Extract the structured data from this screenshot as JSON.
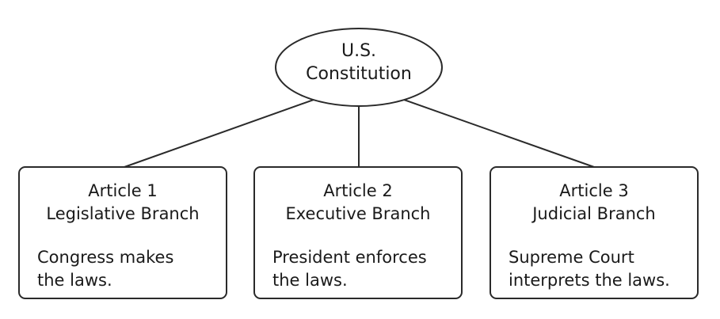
{
  "root": {
    "line1": "U.S.",
    "line2": "Constitution"
  },
  "branches": [
    {
      "article": "Article 1",
      "branch": "Legislative Branch",
      "desc_line1": "Congress makes",
      "desc_line2": "the laws."
    },
    {
      "article": "Article 2",
      "branch": "Executive Branch",
      "desc_line1": "President enforces",
      "desc_line2": "the laws."
    },
    {
      "article": "Article 3",
      "branch": "Judicial Branch",
      "desc_line1": "Supreme Court",
      "desc_line2": "interprets the laws."
    }
  ],
  "colors": {
    "stroke": "#2a2a2a",
    "text": "#1a1a1a",
    "background": "#ffffff"
  }
}
